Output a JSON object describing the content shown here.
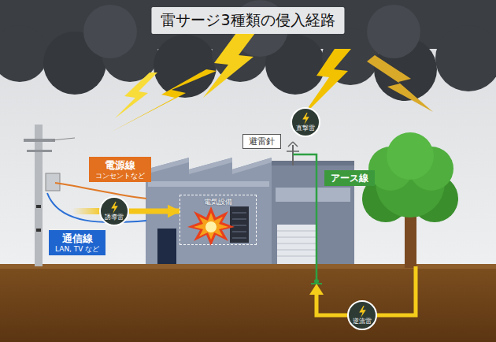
{
  "diagram": {
    "title": "雷サージ3種類の侵入経路",
    "nodes": [
      {
        "text": [
          "避雷針"
        ]
      },
      {
        "text": [
          "直撃雷"
        ]
      },
      {
        "text": [
          "アース線"
        ]
      },
      {
        "text": [
          "電源線",
          "コンセントなど"
        ]
      },
      {
        "text": [
          "誘導雷"
        ]
      },
      {
        "text": [
          "通信線",
          "LAN, TV など"
        ]
      },
      {
        "text": [
          "電気設備"
        ]
      },
      {
        "text": [
          "逆流雷"
        ]
      }
    ],
    "edges": [
      {
        "from": 4,
        "to": 6,
        "arrow": "to"
      }
    ]
  }
}
